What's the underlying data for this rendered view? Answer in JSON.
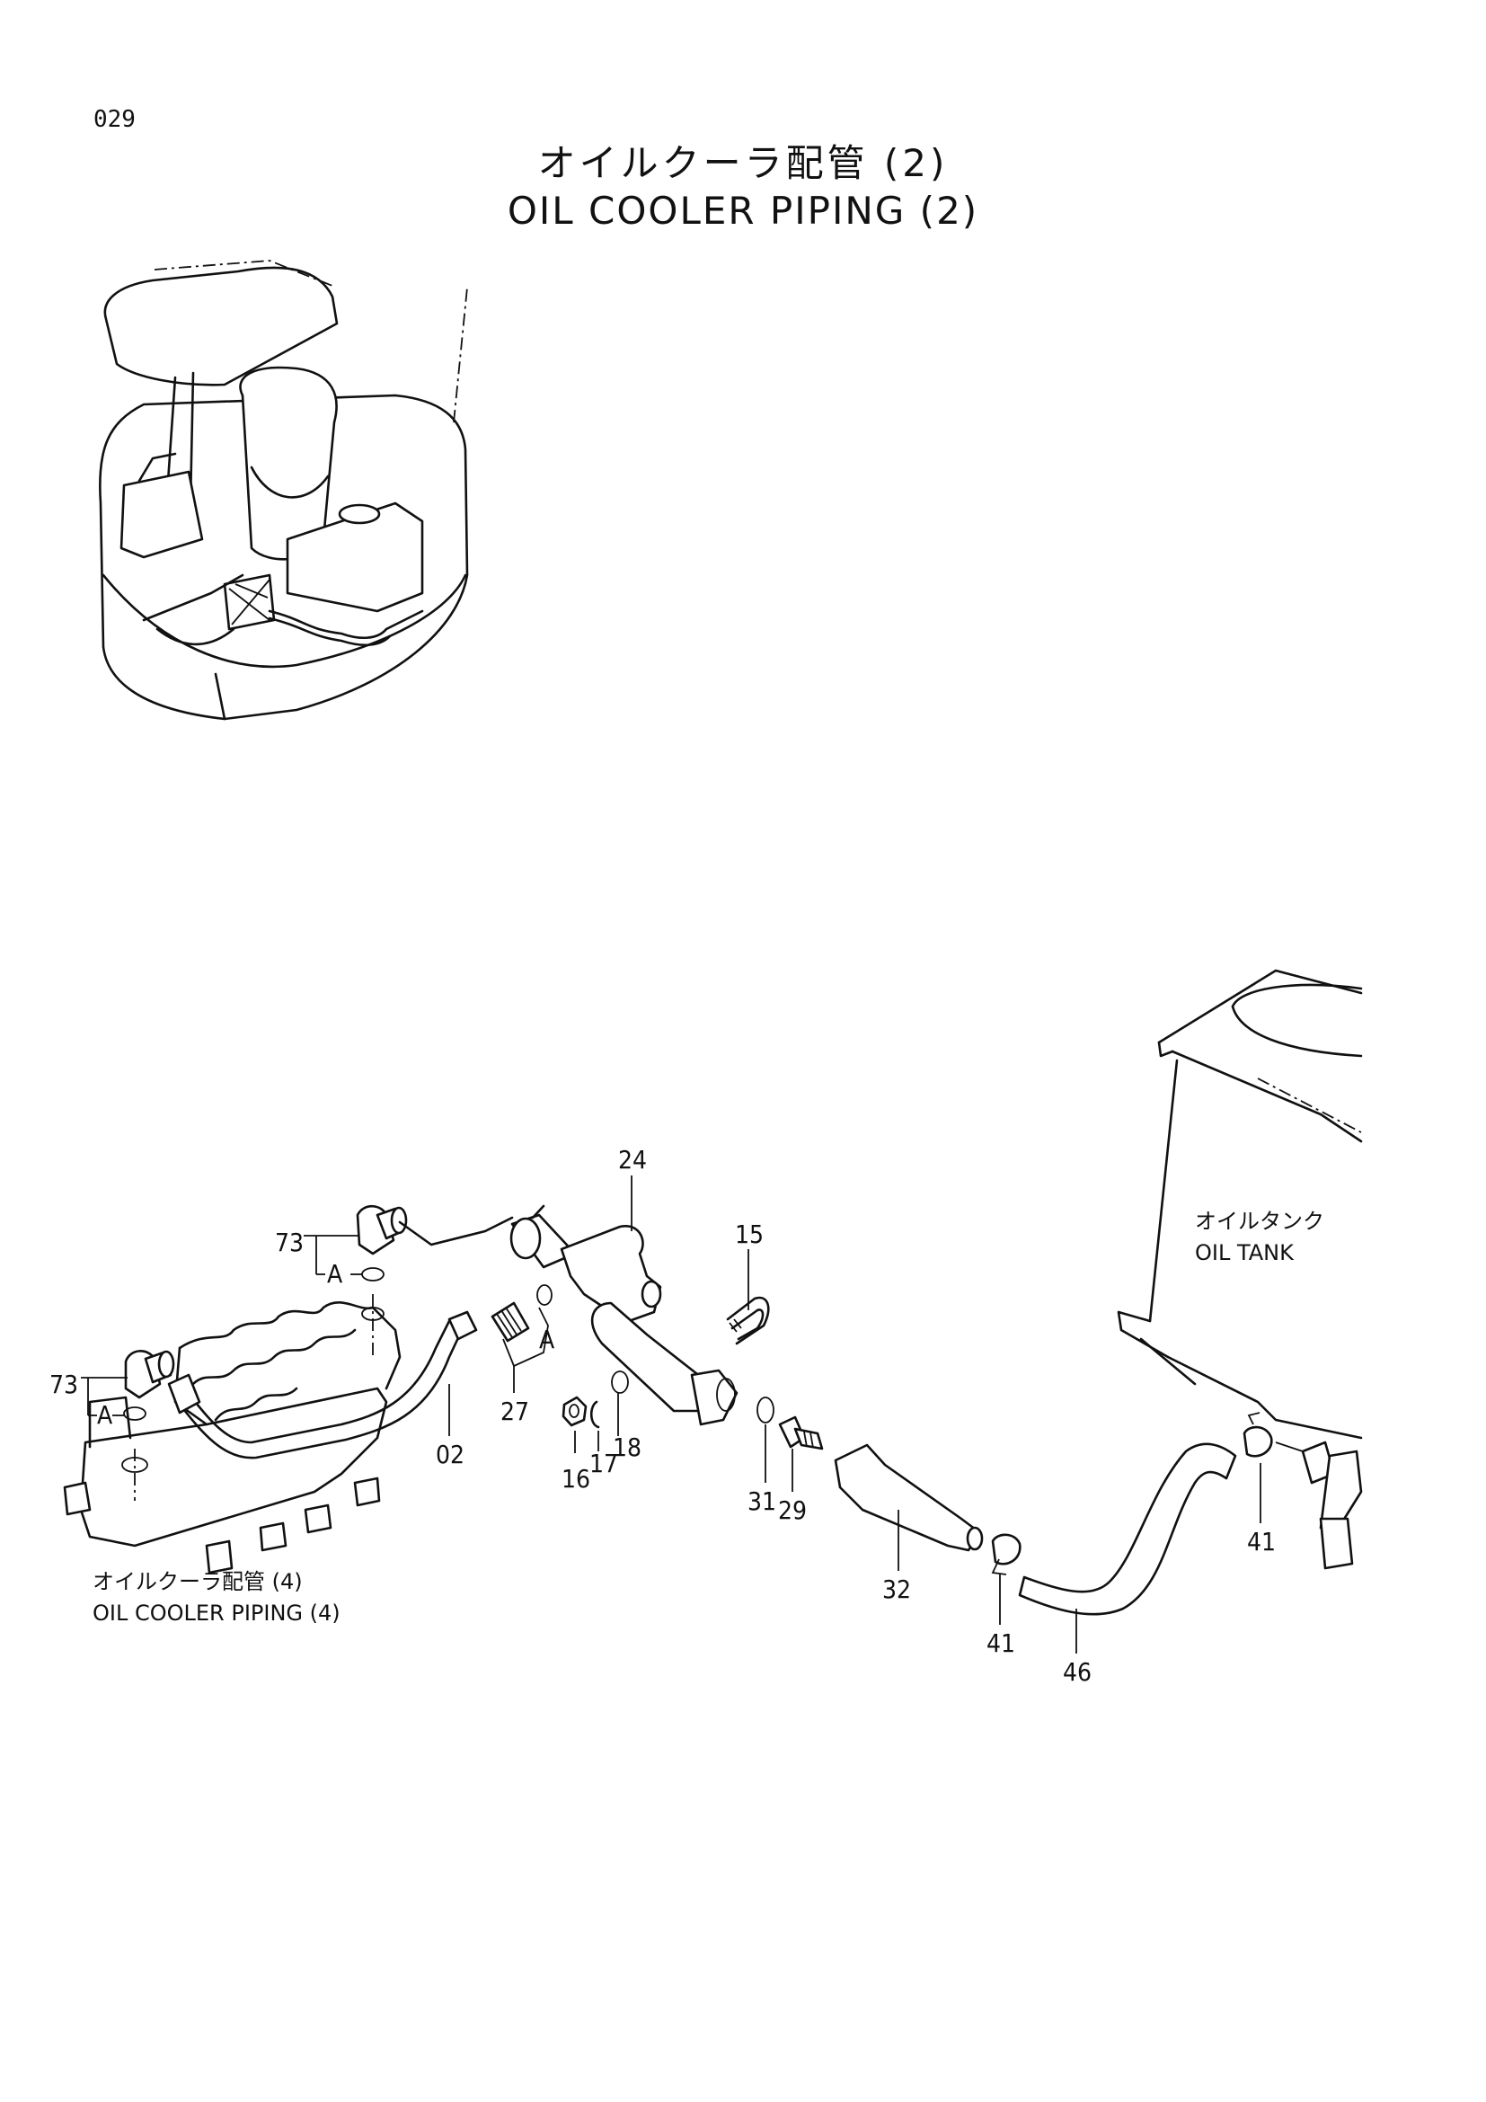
{
  "page": {
    "number": "029"
  },
  "title": {
    "japanese": "オイルクーラ配管 (2)",
    "english": "OIL COOLER PIPING (2)"
  },
  "labels": {
    "oil_tank_jp": "オイルタンク",
    "oil_tank_en": "OIL TANK",
    "ref_piping_jp": "オイルクーラ配管 (4)",
    "ref_piping_en": "OIL COOLER PIPING (4)",
    "connector_a": "A"
  },
  "callouts": {
    "c73a": "73",
    "c73b": "73",
    "c24": "24",
    "c15": "15",
    "c27": "27",
    "c02": "02",
    "c16": "16",
    "c17": "17",
    "c18": "18",
    "c31": "31",
    "c29": "29",
    "c32": "32",
    "c41a": "41",
    "c41b": "41",
    "c46": "46"
  }
}
